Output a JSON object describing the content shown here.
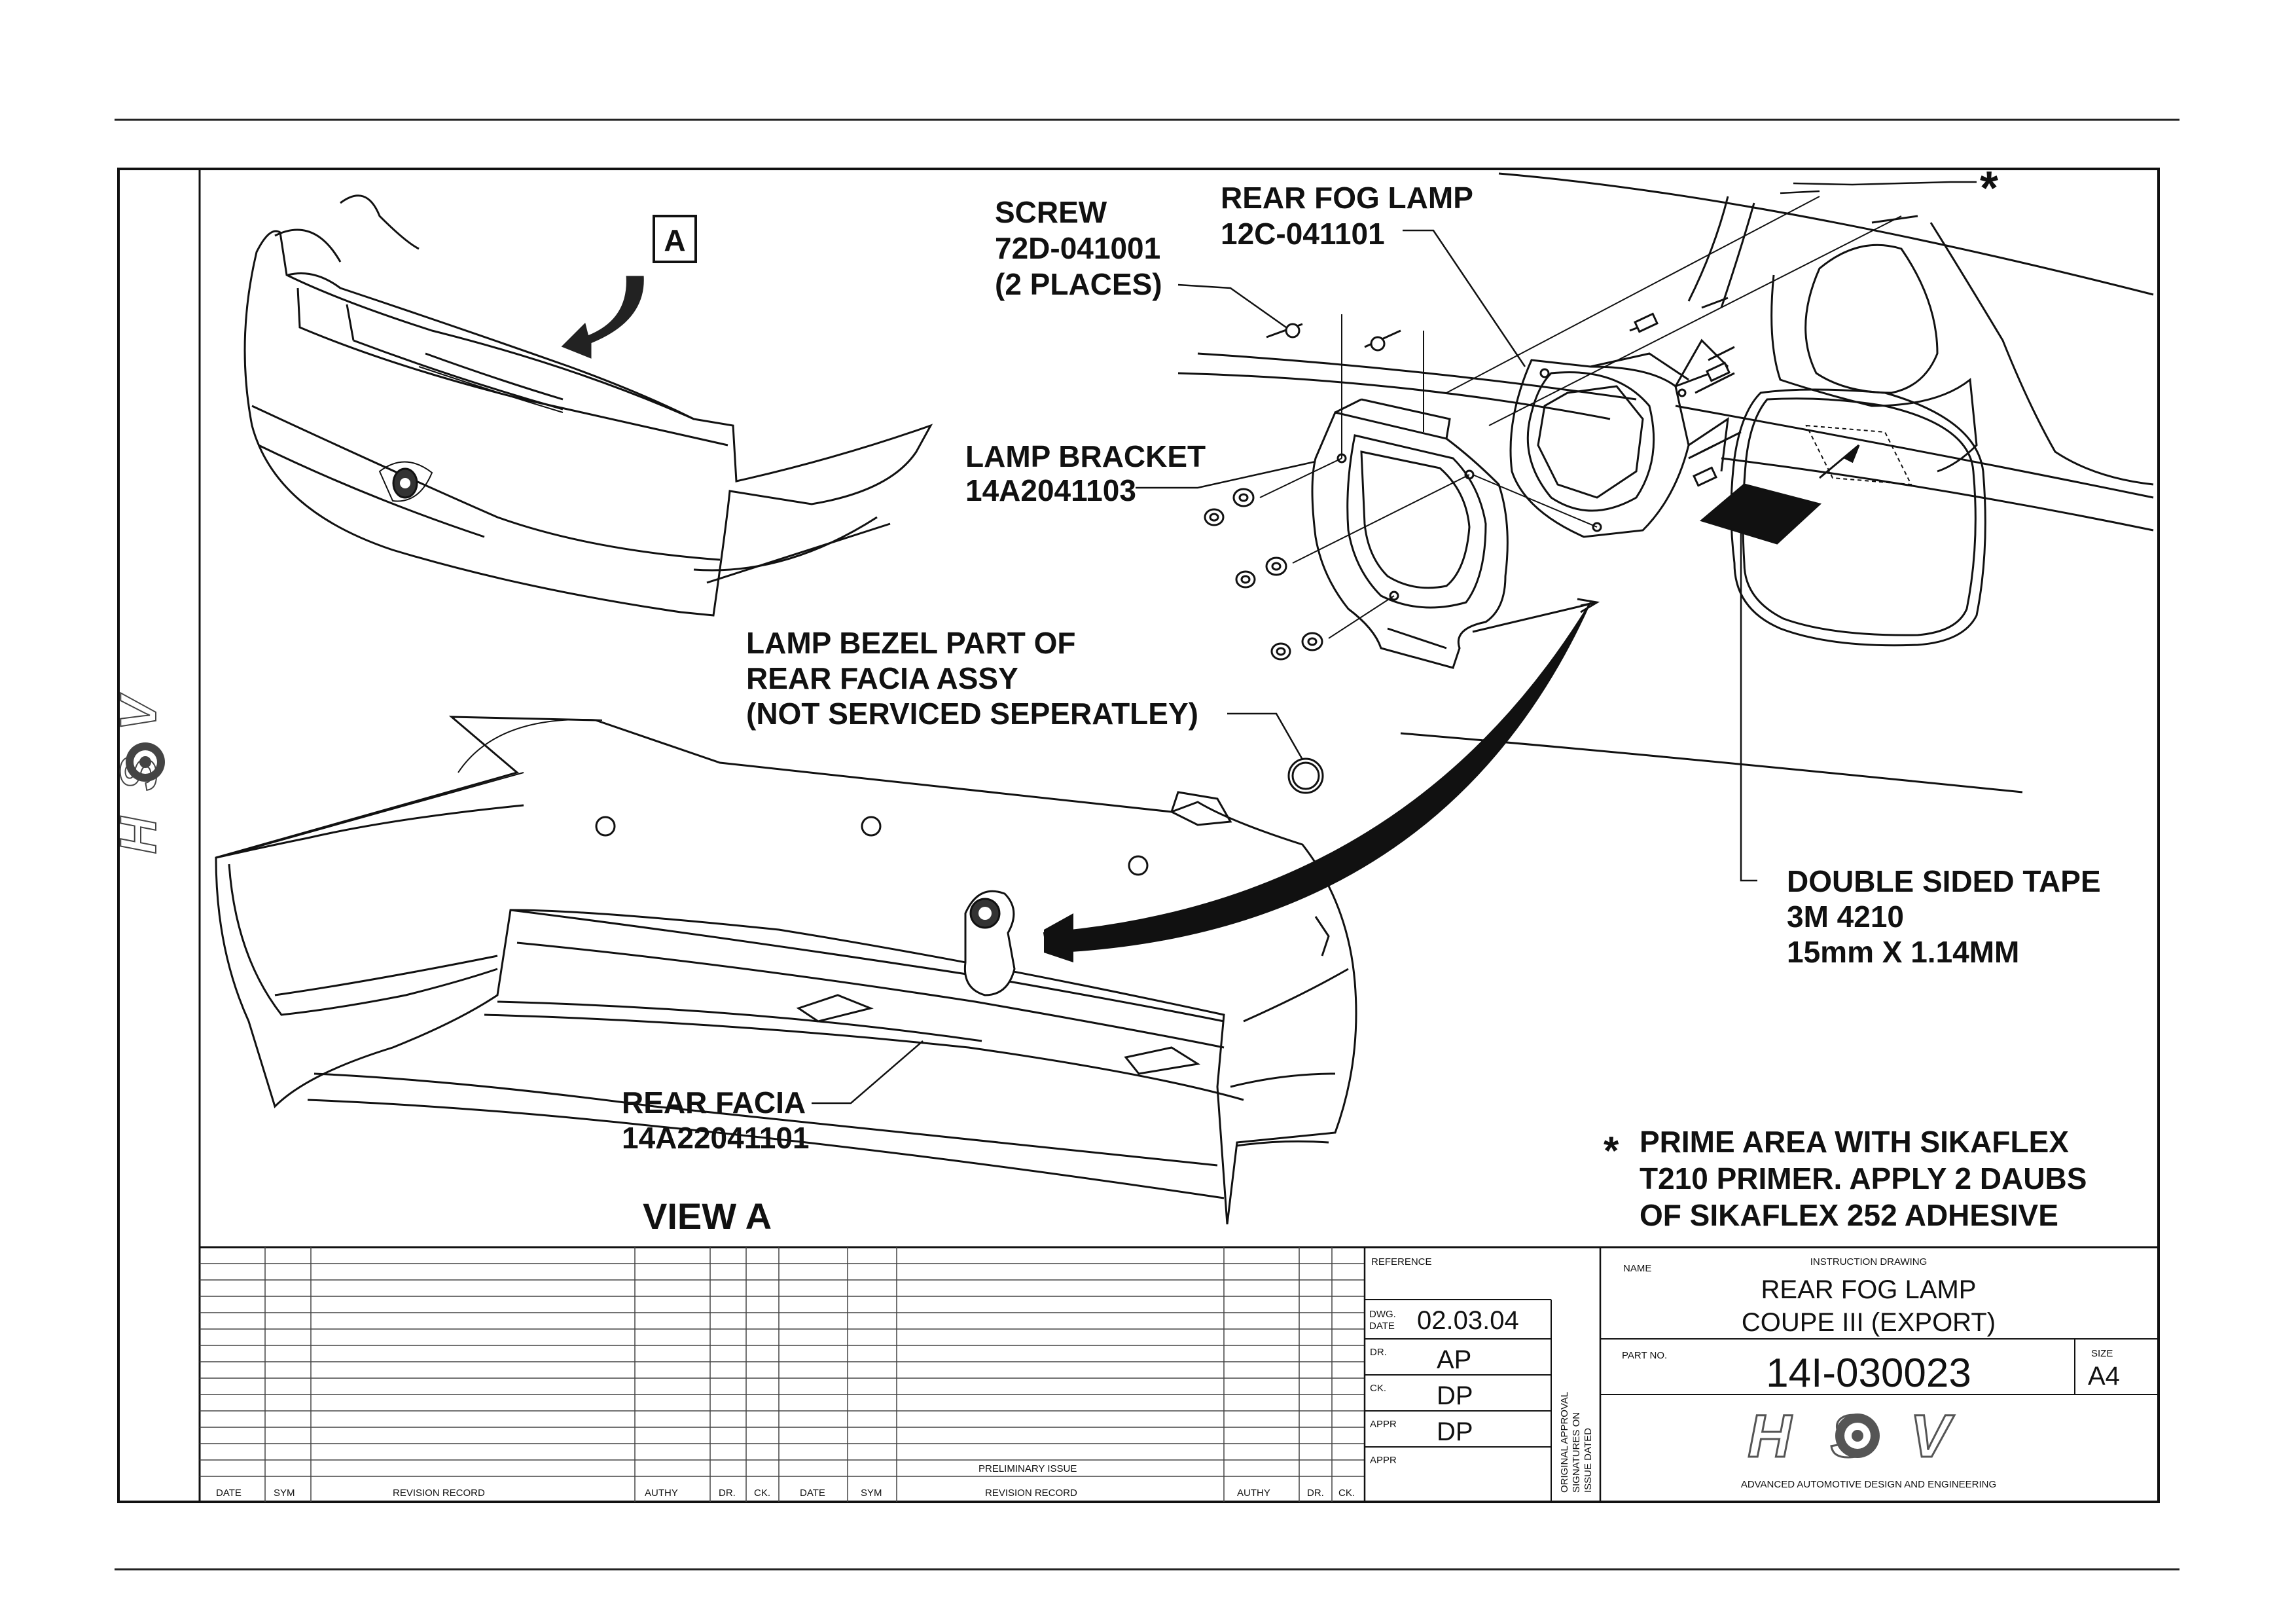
{
  "labels": {
    "view_marker": "A",
    "screw": [
      "SCREW",
      "72D-041001",
      "(2 PLACES)"
    ],
    "fog_lamp": [
      "REAR FOG LAMP",
      "12C-041101"
    ],
    "asterisk_marker": "*",
    "lamp_bracket": [
      "LAMP BRACKET",
      "14A2041103"
    ],
    "lamp_bezel": [
      "LAMP BEZEL PART OF",
      "REAR FACIA ASSY",
      "(NOT SERVICED SEPERATLEY)"
    ],
    "tape": [
      "DOUBLE SIDED TAPE",
      "3M 4210",
      "15mm X 1.14MM"
    ],
    "facia": [
      "REAR FACIA",
      "14A22041101"
    ],
    "note": [
      "PRIME AREA WITH SIKAFLEX",
      "T210 PRIMER. APPLY 2 DAUBS",
      "OF SIKAFLEX 252 ADHESIVE"
    ],
    "view_title": "VIEW A"
  },
  "title_block": {
    "reference_label": "REFERENCE",
    "dwg_date_label": [
      "DWG.",
      "DATE"
    ],
    "dwg_date": "02.03.04",
    "dr_label": "DR.",
    "dr": "AP",
    "ck_label": "CK.",
    "ck": "DP",
    "appr_label": "APPR",
    "appr": "DP",
    "appr2_label": "APPR",
    "original_approval": [
      "ORIGINAL APPROVAL",
      "SIGNATURES ON",
      "ISSUE DATED"
    ],
    "name_label": "NAME",
    "drawing_type": "INSTRUCTION DRAWING",
    "name_line1": "REAR FOG LAMP",
    "name_line2": "COUPE III (EXPORT)",
    "part_no_label": "PART NO.",
    "part_no": "14I-030023",
    "size_label": "SIZE",
    "size": "A4",
    "logo": "HSV",
    "company": "ADVANCED AUTOMOTIVE DESIGN AND ENGINEERING",
    "preliminary_issue": "PRELIMINARY ISSUE",
    "revision_headers": [
      "DATE",
      "SYM",
      "REVISION RECORD",
      "AUTHY",
      "DR.",
      "CK.",
      "DATE",
      "SYM",
      "REVISION RECORD",
      "AUTHY",
      "DR.",
      "CK."
    ]
  },
  "side_logo": "HSV"
}
